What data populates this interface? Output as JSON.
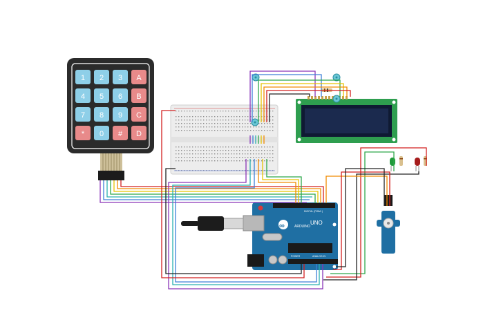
{
  "keypad": {
    "keys": [
      [
        "1",
        "2",
        "3",
        "A"
      ],
      [
        "4",
        "5",
        "6",
        "B"
      ],
      [
        "7",
        "8",
        "9",
        "C"
      ],
      [
        "*",
        "0",
        "#",
        "D"
      ]
    ]
  },
  "arduino": {
    "brand": "ARDUINO",
    "model": "UNO",
    "digital_label": "DIGITAL (PWM~)",
    "power_label": "POWER",
    "analog_label": "ANALOG IN"
  },
  "colors": {
    "board": "#1f6fa3",
    "lcd_board": "#2e9e4f",
    "lcd_screen": "#1b2a4e",
    "keypad_body": "#2b2b2b",
    "key_number": "#8ecfe8",
    "key_letter": "#e88a8a",
    "wire_red": "#d21f1f",
    "wire_purple": "#8a35b8",
    "wire_orange": "#f08a00",
    "wire_yellow": "#e7c400",
    "wire_green": "#2ea84a",
    "wire_teal": "#2ab0b0",
    "wire_blue": "#3d7fd8",
    "wire_black": "#222222"
  },
  "components": {
    "led_green": "green-led",
    "led_red": "red-led",
    "servo": "servo-motor"
  }
}
